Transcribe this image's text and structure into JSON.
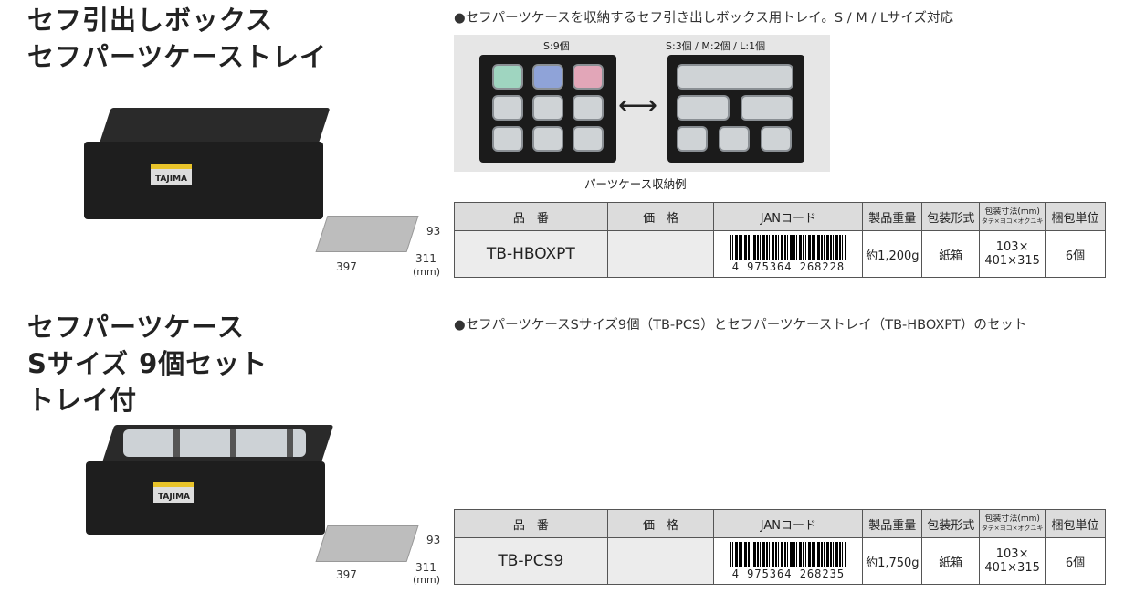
{
  "section1": {
    "title_lines": [
      "セフ引出しボックス",
      "セフパーツケーストレイ"
    ],
    "bullet": "●セフパーツケースを収納するセフ引き出しボックス用トレイ。S / M / Lサイズ対応",
    "photo_left_label": "S:9個",
    "photo_right_label": "S:3個 / M:2個 / L:1個",
    "photo_caption": "パーツケース収納例",
    "brand": "TAJIMA",
    "dims": {
      "height": "93",
      "depth": "311",
      "width": "397",
      "unit": "(mm)"
    },
    "row": {
      "part": "TB-HBOXPT",
      "price": "",
      "jan_digits": "4 975364 268228",
      "weight": "約1,200g",
      "packaging": "紙箱",
      "pack_dims_1": "103×",
      "pack_dims_2": "401×315",
      "unit": "6個"
    }
  },
  "section2": {
    "title_lines": [
      "セフパーツケース",
      "Sサイズ 9個セット",
      "トレイ付"
    ],
    "bullet": "●セフパーツケースSサイズ9個（TB-PCS）とセフパーツケーストレイ（TB-HBOXPT）のセット",
    "brand": "TAJIMA",
    "dims": {
      "height": "93",
      "depth": "311",
      "width": "397",
      "unit": "(mm)"
    },
    "row": {
      "part": "TB-PCS9",
      "price": "",
      "jan_digits": "4 975364 268235",
      "weight": "約1,750g",
      "packaging": "紙箱",
      "pack_dims_1": "103×",
      "pack_dims_2": "401×315",
      "unit": "6個"
    }
  },
  "table_headers": {
    "part": "品　番",
    "price": "価　格",
    "jan": "JANコード",
    "weight": "製品重量",
    "packaging": "包装形式",
    "dims_top": "包装寸法(mm)",
    "dims_bottom": "タテ×ヨコ×オクユキ",
    "unit": "梱包単位"
  }
}
